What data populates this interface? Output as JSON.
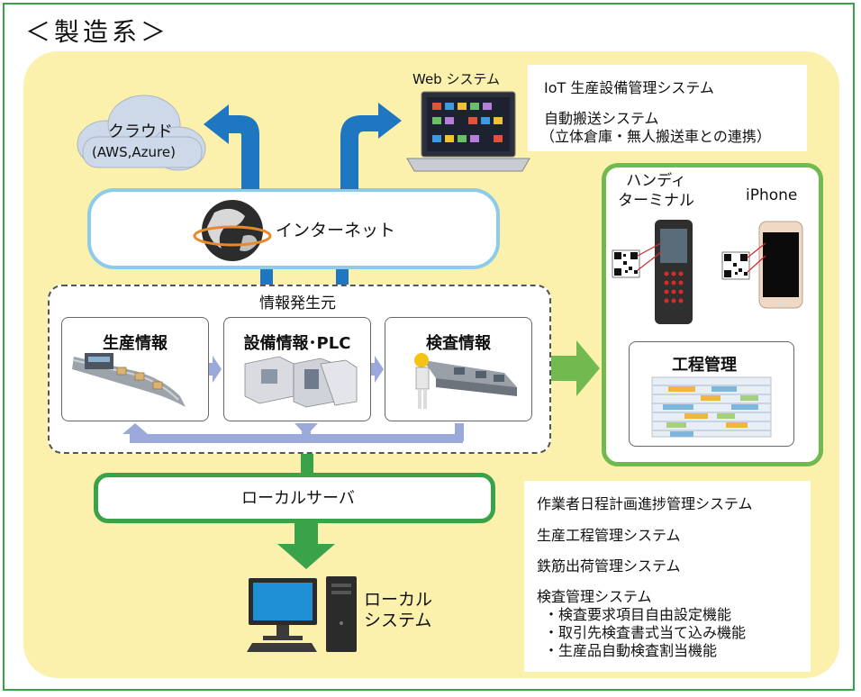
{
  "title": "＜製造系＞",
  "cloud": {
    "name": "クラウド",
    "providers": "(AWS,Azure)"
  },
  "web_system": "Web システム",
  "internet": "インターネット",
  "iot_box": {
    "line1": "IoT 生産設備管理システム",
    "line2": "自動搬送システム",
    "line3": "（立体倉庫・無人搬送車との連携）"
  },
  "info_source": {
    "title": "情報発生元",
    "cards": [
      "生産情報",
      "設備情報･PLC",
      "検査情報"
    ]
  },
  "mobile": {
    "handy_terminal": "ハンディ\nターミナル",
    "iphone": "iPhone",
    "process_mgmt": "工程管理"
  },
  "local_server": "ローカルサーバ",
  "local_system": "ローカル\nシステム",
  "systems_list": {
    "items": [
      "作業者日程計画進捗管理システム",
      "生産工程管理システム",
      "鉄筋出荷管理システム",
      "検査管理システム"
    ],
    "sub_items": [
      "・検査要求項目自由設定機能",
      "・取引先検査書式当て込み機能",
      "・生産品自動検査割当機能"
    ]
  },
  "colors": {
    "frame_green": "#3aa34a",
    "background_yellow": "#fbf1ad",
    "internet_border": "#8ccce9",
    "blue_arrow": "#1f77c2",
    "lavender_arrow": "#9aa9d9",
    "green_arrow": "#3aa34a",
    "light_green_arrow": "#72ba4f"
  }
}
